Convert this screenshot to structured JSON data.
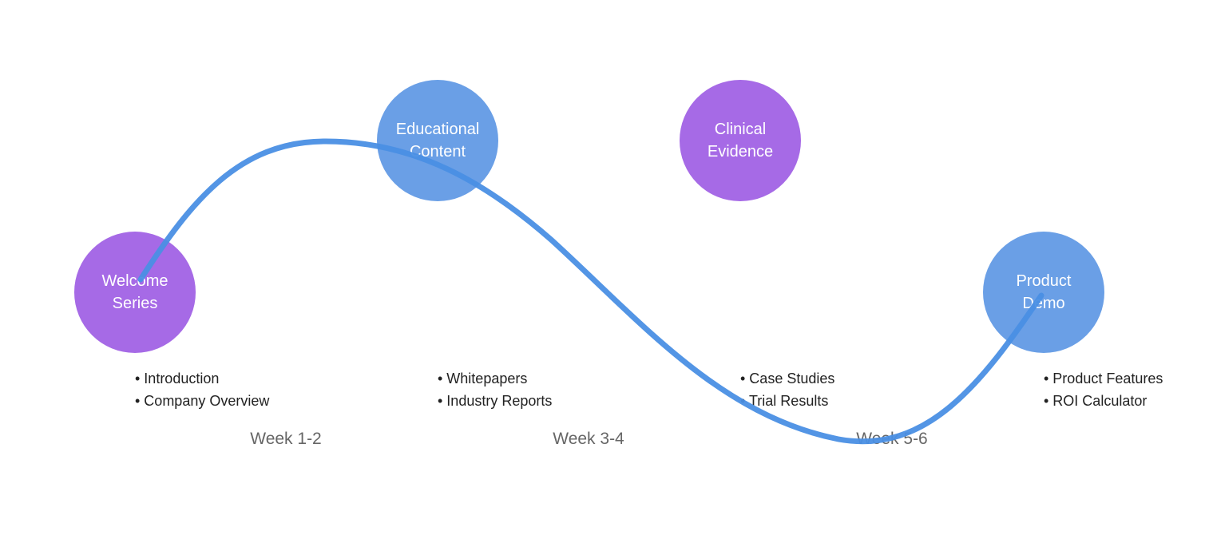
{
  "colors": {
    "purple": "#A66AE6",
    "blue": "#6A9FE6",
    "curve": "#4A8FE4",
    "bullet_text": "#222222",
    "week_text": "#666666"
  },
  "stages": [
    {
      "id": "welcome-series",
      "lines": [
        "Welcome",
        "Series"
      ],
      "color": "purple",
      "bullets": [
        "• Introduction",
        "• Company Overview"
      ]
    },
    {
      "id": "educational-content",
      "lines": [
        "Educational",
        "Content"
      ],
      "color": "blue",
      "bullets": [
        "• Whitepapers",
        "• Industry Reports"
      ]
    },
    {
      "id": "clinical-evidence",
      "lines": [
        "Clinical",
        "Evidence"
      ],
      "color": "purple",
      "bullets": [
        "• Case Studies",
        "• Trial Results"
      ]
    },
    {
      "id": "product-demo",
      "lines": [
        "Product",
        "Demo"
      ],
      "color": "blue",
      "bullets": [
        "• Product Features",
        "• ROI Calculator"
      ]
    }
  ],
  "weeks": [
    "Week 1-2",
    "Week 3-4",
    "Week 5-6"
  ]
}
